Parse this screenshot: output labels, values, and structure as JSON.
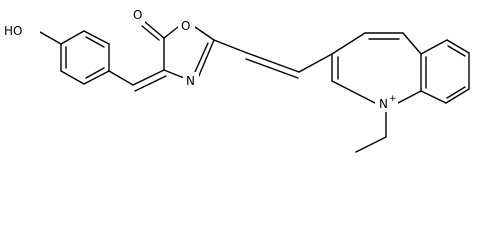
{
  "molecule": {
    "atom_labels": {
      "hydroxyl": "HO",
      "carbonyl_oxygen": "O",
      "ring_oxygen": "O",
      "ring_nitrogen": "N",
      "quinolinium_nitrogen": "N",
      "charge": "+"
    }
  }
}
